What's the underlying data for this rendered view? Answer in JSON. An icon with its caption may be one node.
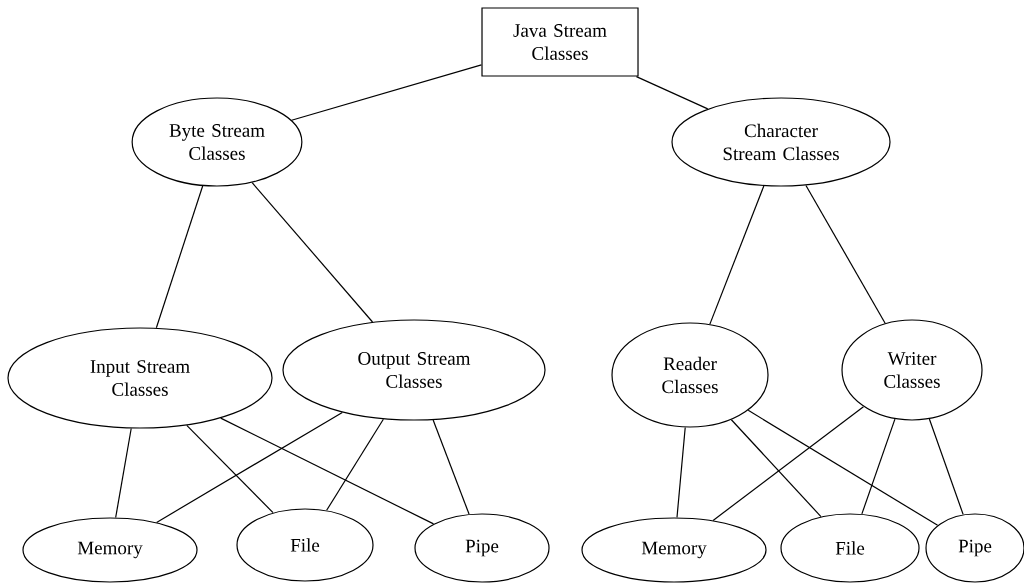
{
  "diagram": {
    "nodes": [
      {
        "text": [
          "Java Stream Classes"
        ]
      },
      {
        "text": [
          "Byte Stream Classes"
        ]
      },
      {
        "text": [
          "Character Stream Classes"
        ]
      },
      {
        "text": [
          "Input Stream Classes"
        ]
      },
      {
        "text": [
          "Output Stream Classes"
        ]
      },
      {
        "text": [
          "Reader Classes"
        ]
      },
      {
        "text": [
          "Writer Classes"
        ]
      },
      {
        "text": [
          "Memory"
        ]
      },
      {
        "text": [
          "File"
        ]
      },
      {
        "text": [
          "Pipe"
        ]
      },
      {
        "text": [
          "Memory"
        ]
      },
      {
        "text": [
          "File"
        ]
      },
      {
        "text": [
          "Pipe"
        ]
      }
    ],
    "edges": [
      {
        "from": 0,
        "to": 1,
        "arrow": "none"
      },
      {
        "from": 0,
        "to": 2,
        "arrow": "none"
      },
      {
        "from": 1,
        "to": 3,
        "arrow": "none"
      },
      {
        "from": 1,
        "to": 4,
        "arrow": "none"
      },
      {
        "from": 2,
        "to": 5,
        "arrow": "none"
      },
      {
        "from": 2,
        "to": 6,
        "arrow": "none"
      },
      {
        "from": 3,
        "to": 7,
        "arrow": "none"
      },
      {
        "from": 3,
        "to": 8,
        "arrow": "none"
      },
      {
        "from": 3,
        "to": 9,
        "arrow": "none"
      },
      {
        "from": 4,
        "to": 7,
        "arrow": "none"
      },
      {
        "from": 4,
        "to": 8,
        "arrow": "none"
      },
      {
        "from": 4,
        "to": 9,
        "arrow": "none"
      },
      {
        "from": 5,
        "to": 10,
        "arrow": "none"
      },
      {
        "from": 5,
        "to": 11,
        "arrow": "none"
      },
      {
        "from": 5,
        "to": 12,
        "arrow": "none"
      },
      {
        "from": 6,
        "to": 10,
        "arrow": "none"
      },
      {
        "from": 6,
        "to": 11,
        "arrow": "none"
      },
      {
        "from": 6,
        "to": 12,
        "arrow": "none"
      }
    ]
  }
}
